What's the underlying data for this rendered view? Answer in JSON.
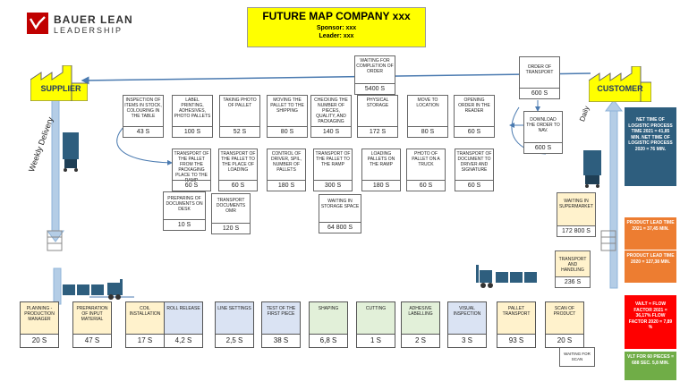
{
  "logo": {
    "name": "BAUER LEAN",
    "sub": "LEADERSHIP"
  },
  "title": {
    "main": "FUTURE MAP COMPANY xxx",
    "sponsor": "Sponsor:  xxx",
    "leader": "Leader:  xxx"
  },
  "supplier_label": "SUPPLIER",
  "customer_label": "CUSTOMER",
  "weekly_delivery": "Weekly Delivery",
  "daily": "Daily",
  "top_row": [
    {
      "label": "INSPECTION OF ITEMS IN STOCK, COLOURING IN THE TABLE",
      "value": "43 S"
    },
    {
      "label": "LABEL PRINTING, ADHESIVES, PHOTO PALLETS",
      "value": "100 S"
    },
    {
      "label": "TAKING PHOTO OF PALLET",
      "value": "52 S"
    },
    {
      "label": "MOVING THE PALLET TO THE SHIPPING",
      "value": "80 S"
    },
    {
      "label": "CHECKING THE NUMBER OF PIECES, QUALITY, AND PACKAGING",
      "value": "140 S"
    },
    {
      "label": "PHYSICAL STORAGE",
      "value": "172 S"
    },
    {
      "label": "MOVE TO LOCATION",
      "value": "80 S"
    },
    {
      "label": "OPENING ORDER IN THE READER",
      "value": "60 S"
    }
  ],
  "waiting_complete": {
    "label": "WAITING FOR COMPLETION OF ORDER",
    "value": "5400 S"
  },
  "order_transport": {
    "label": "ORDER OF TRANSPORT",
    "value": "600 S"
  },
  "download_order": {
    "label": "DOWNLOAD THE ORDER TO NAV.",
    "value": "600 S"
  },
  "mid_row": [
    {
      "label": "TRANSPORT OF THE PALLET FROM THE PACKAGING PLACE TO THE RAMP",
      "value": "60 S"
    },
    {
      "label": "TRANSPORT OF THE PALLET TO THE PLACE OF LOADING",
      "value": "60 S"
    },
    {
      "label": "CONTROL OF DRIVER, SPIL, NUMBER OF PALLETS",
      "value": "180 S"
    },
    {
      "label": "TRANSPORT OF THE PALLET TO THE RAMP",
      "value": "300 S"
    },
    {
      "label": "LOADING PALLETS ON THE RAMP",
      "value": "180 S"
    },
    {
      "label": "PHOTO OF PALLET ON A TRUCK",
      "value": "60 S"
    },
    {
      "label": "TRANSPORT OF DOCUMENT TO DRIVER AND SIGNATURE",
      "value": "60 S"
    }
  ],
  "prep_docs": {
    "label": "PREPARING OF DOCUMENTS ON DESK",
    "value": "10 S"
  },
  "transport_docs": {
    "label": "TRANSPORT DOCUMENTS OMR",
    "value": "120 S"
  },
  "waiting_storage": {
    "label": "WAITING IN STORAGE SPACE",
    "value": "64 800 S"
  },
  "waiting_supermarket": {
    "label": "WAITING IN SUPERMARKET",
    "value": "172 800 S"
  },
  "transport_handling": {
    "label": "TRANSPORT AND HANDLING",
    "value": "236 S"
  },
  "bottom_row": [
    {
      "label": "PLANNING - PRODUCTION MANAGER",
      "value": "20 S",
      "color": "#fff2cc"
    },
    {
      "label": "PREPARATION OF INPUT MATERIAL",
      "value": "47 S",
      "color": "#fff2cc"
    },
    {
      "label": "COIL INSTALLATION",
      "value": "17 S",
      "color": "#fff2cc"
    },
    {
      "label": "ROLL RELEASE",
      "value": "4,2 S",
      "color": "#dae3f3"
    },
    {
      "label": "LINE SETTINGS",
      "value": "2,5 S",
      "color": "#dae3f3"
    },
    {
      "label": "TEST OF THE FIRST PIECE",
      "value": "38 S",
      "color": "#dae3f3"
    },
    {
      "label": "SHAPING",
      "value": "6,8 S",
      "color": "#e2f0d9"
    },
    {
      "label": "CUTTING",
      "value": "1 S",
      "color": "#e2f0d9"
    },
    {
      "label": "ADHESIVE LABELLING",
      "value": "2 S",
      "color": "#e2f0d9"
    },
    {
      "label": "VISUAL INSPECTION",
      "value": "3 S",
      "color": "#dae3f3"
    },
    {
      "label": "PALLET TRANSPORT",
      "value": "93 S",
      "color": "#fff2cc"
    },
    {
      "label": "SCAN OF PRODUCT",
      "value": "20 S",
      "color": "#fff2cc"
    }
  ],
  "waiting_scan": "WAITING FOR SCAN",
  "net_time": "NET TIME OF LOGISTIC PROCESS TIME 2021 = 41,85 min. NET TIME OF LOGISTIC PROCESS 2020 = 76 min.",
  "lead_2021": "PRODUCT LEAD TIME 2021 = 37,45 min.",
  "lead_2020": "PRODUCT LEAD TIME 2020 = 127,38 min.",
  "flow_factor": "VA/LT = FLOW FACTOR 2021 = 36,17% FLOW FACTOR 2020 = 7,89 %",
  "vlt": "VLT for 60 pieces = 688 sec. 5,8 min.",
  "colors": {
    "blue_dark": "#2e5e7e",
    "orange": "#ed7d31",
    "red": "#ff0000",
    "green": "#70ad47",
    "yellow": "#ffff00",
    "factory": "#ffff00",
    "arrow_blue": "#5b9bd5"
  }
}
